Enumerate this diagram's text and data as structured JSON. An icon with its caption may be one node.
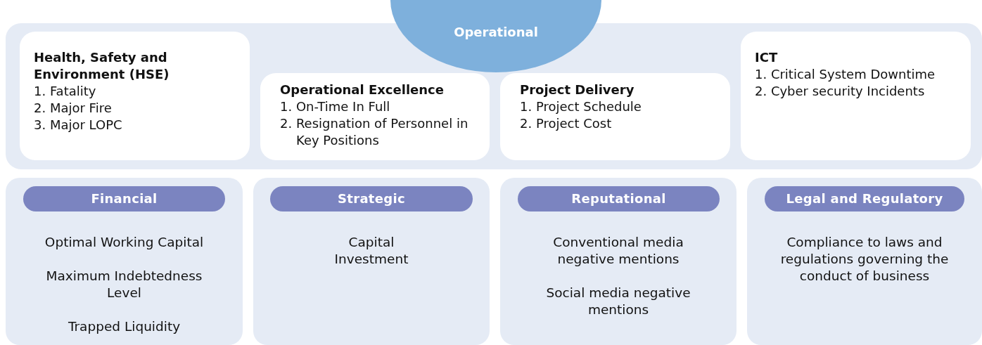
{
  "diagram": {
    "nodes": [
      {
        "text": [],
        "shape": "box"
      },
      {
        "text": [
          "Operational"
        ]
      },
      {
        "text": [
          "Health, Safety and Environment (HSE)",
          "1. Fatality",
          "2. Major Fire",
          "3. Major LOPC"
        ],
        "in": 0
      },
      {
        "text": [
          "Operational Excellence",
          "1. On-Time In Full",
          "2. Resignation of Personnel in Key Positions"
        ],
        "in": 0
      },
      {
        "text": [
          "Project Delivery",
          "1. Project Schedule",
          "2. Project Cost"
        ],
        "in": 0
      },
      {
        "text": [
          "ICT",
          "1. Critical System Downtime",
          "2. Cyber security Incidents"
        ],
        "in": 0
      },
      {
        "text": [
          "Optimal Working Capital",
          "Maximum Indebtedness Level",
          "Trapped Liquidity"
        ]
      },
      {
        "text": [
          "Financial"
        ],
        "in": 6
      },
      {
        "text": [
          "Capital Investment"
        ]
      },
      {
        "text": [
          "Strategic"
        ],
        "in": 8
      },
      {
        "text": [
          "Conventional media negative mentions",
          "Social media negative mentions"
        ]
      },
      {
        "text": [
          "Reputational"
        ],
        "in": 10
      },
      {
        "text": [
          "Compliance to laws and regulations governing the conduct of business"
        ]
      },
      {
        "text": [
          "Legal and Regulatory"
        ],
        "in": 12
      }
    ]
  }
}
